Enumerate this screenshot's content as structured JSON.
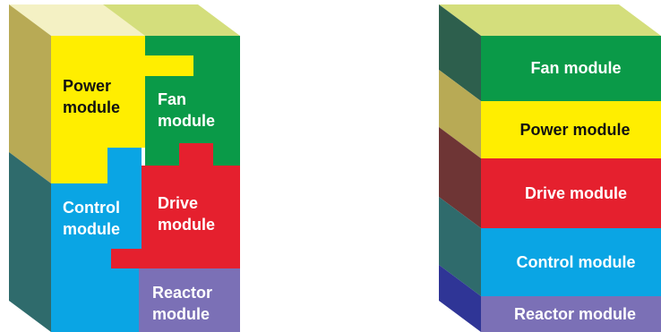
{
  "left_block": {
    "power_module": {
      "line1": "Power",
      "line2": "module",
      "color": "#ffee00"
    },
    "fan_module": {
      "line1": "Fan",
      "line2": "module",
      "color": "#0a9a48"
    },
    "control_module": {
      "line1": "Control",
      "line2": "module",
      "color": "#0aa5e4"
    },
    "drive_module": {
      "line1": "Drive",
      "line2": "module",
      "color": "#e5202e"
    },
    "reactor_module": {
      "line1": "Reactor",
      "line2": "module",
      "color": "#7b70b6"
    }
  },
  "right_stack": {
    "layers": [
      {
        "label": "Fan module",
        "color": "#0a9a48",
        "side_color": "#2d5f4d"
      },
      {
        "label": "Power module",
        "color": "#ffee00",
        "side_color": "#b8aa55"
      },
      {
        "label": "Drive module",
        "color": "#e5202e",
        "side_color": "#6e3535"
      },
      {
        "label": "Control module",
        "color": "#0aa5e4",
        "side_color": "#2f6b6c"
      },
      {
        "label": "Reactor module",
        "color": "#7b70b6",
        "side_color": "#2f3596"
      }
    ],
    "top_color": "#d4de7c"
  },
  "colors": {
    "top_face": "#d4de7c",
    "top_face_light": "#f4f1c4",
    "left_side_upper": "#b8aa55",
    "left_side_lower": "#2f6b6c"
  }
}
